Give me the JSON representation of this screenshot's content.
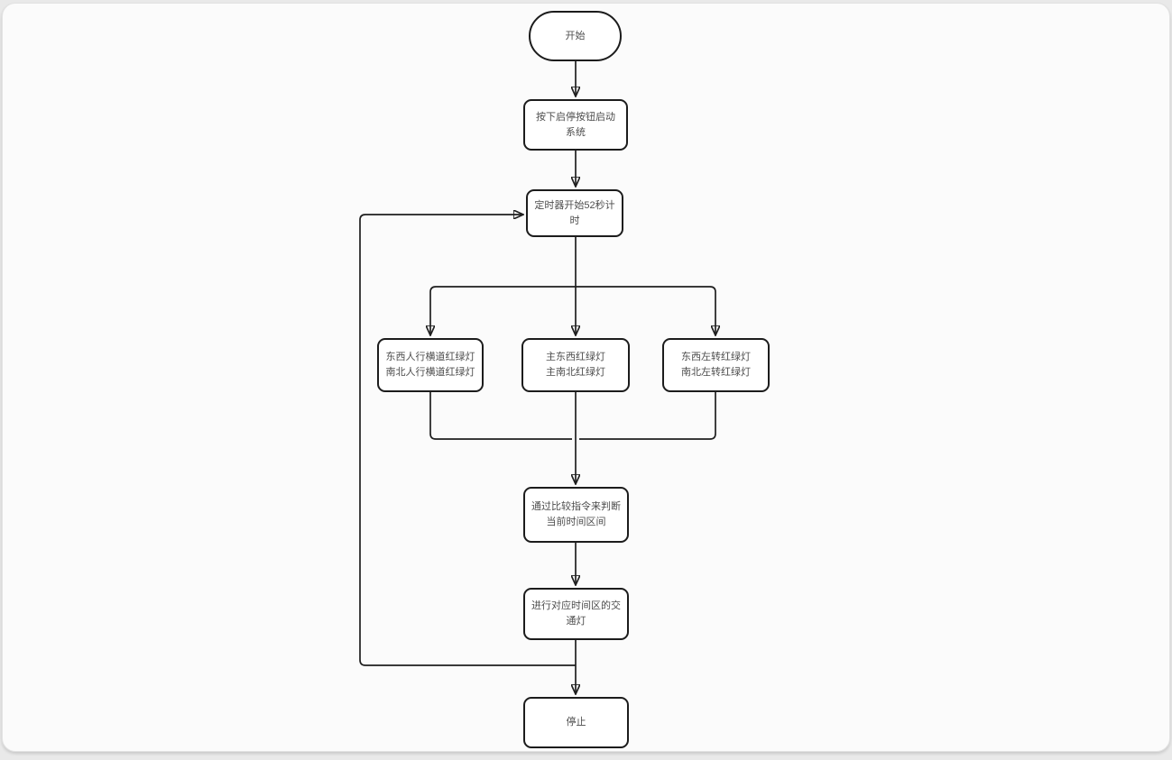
{
  "diagram": {
    "type": "flowchart",
    "language": "zh-CN",
    "topic": "交通灯控制系统流程图",
    "colors": {
      "page_background": "#e9e9e9",
      "canvas_background": "#fbfbfb",
      "node_fill": "#ffffff",
      "node_border": "#1c1c1c",
      "edge_stroke": "#1f1f1f",
      "text": "#4d4d4d"
    },
    "nodes": {
      "start": {
        "label": "开始",
        "shape": "stadium"
      },
      "press": {
        "label": "按下启停按钮启动系统",
        "shape": "rounded-rect"
      },
      "timer": {
        "label": "定时器开始52秒计时",
        "shape": "rounded-rect"
      },
      "ped": {
        "line1": "东西人行横道红绿灯",
        "line2": "南北人行横道红绿灯",
        "shape": "rounded-rect"
      },
      "main": {
        "line1": "主东西红绿灯",
        "line2": "主南北红绿灯",
        "shape": "rounded-rect"
      },
      "turn": {
        "line1": "东西左转红绿灯",
        "line2": "南北左转红绿灯",
        "shape": "rounded-rect"
      },
      "compare": {
        "label": "通过比较指令来判断当前时间区间",
        "shape": "rounded-rect"
      },
      "execute": {
        "label": "进行对应时间区的交通灯",
        "shape": "rounded-rect"
      },
      "stop": {
        "label": "停止",
        "shape": "rounded-rect"
      }
    },
    "edges": [
      {
        "from": "start",
        "to": "press"
      },
      {
        "from": "press",
        "to": "timer"
      },
      {
        "from": "timer",
        "to": "ped"
      },
      {
        "from": "timer",
        "to": "main"
      },
      {
        "from": "timer",
        "to": "turn"
      },
      {
        "from": "ped",
        "to": "compare"
      },
      {
        "from": "main",
        "to": "compare"
      },
      {
        "from": "turn",
        "to": "compare"
      },
      {
        "from": "compare",
        "to": "execute"
      },
      {
        "from": "execute",
        "to": "stop"
      },
      {
        "from": "execute",
        "to": "timer",
        "note": "feedback-loop"
      }
    ]
  }
}
